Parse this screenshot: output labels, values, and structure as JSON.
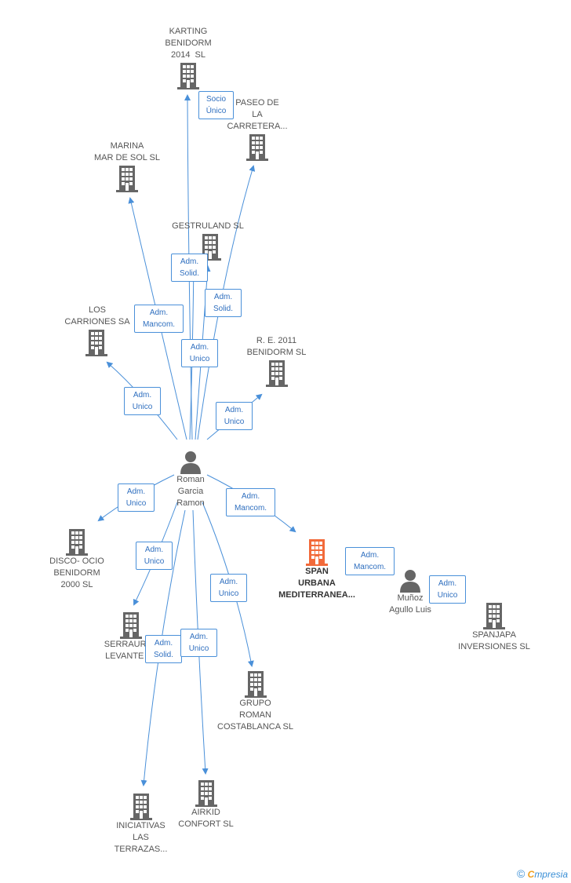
{
  "colors": {
    "edge": "#4a90d9",
    "company": "#666666",
    "company_highlight": "#f26a3a",
    "person": "#666666"
  },
  "nodes": {
    "karting": "KARTING\nBENIDORM\n2014  SL",
    "paseo": "PASEO DE\nLA\nCARRETERA...",
    "marina": "MARINA\nMAR DE SOL SL",
    "gestruland": "GESTRULAND SL",
    "carriones": "LOS\nCARRIONES SA",
    "re2011": "R. E. 2011\nBENIDORM SL",
    "roman": "Roman\nGarcia\nRamon",
    "disco": "DISCO- OCIO\nBENIDORM\n2000 SL",
    "span": "SPAN\nURBANA\nMEDITERRANEA...",
    "munoz": "Muñoz\nAgullo Luis",
    "spanjapa": "SPANJAPA\nINVERSIONES SL",
    "serraurba": "SERRAURBA\nLEVANTE SL",
    "grupo": "GRUPO\nROMAN\nCOSTABLANCA SL",
    "airkid": "AIRKID\nCONFORT SL",
    "iniciativas": "INICIATIVAS\nLAS\nTERRAZAS..."
  },
  "tags": {
    "t_karting": "Socio\nÚnico",
    "t_gestruland": "Adm.\nSolid.",
    "t_paseo": "Adm.\nSolid.",
    "t_marina": "Adm.\nMancom.",
    "t_unico_mid": "Adm.\nUnico",
    "t_carriones": "Adm.\nUnico",
    "t_re2011": "Adm.\nUnico",
    "t_disco": "Adm.\nUnico",
    "t_span": "Adm.\nMancom.",
    "t_munoz": "Adm.\nMancom.",
    "t_spanjapa": "Adm.\nUnico",
    "t_serraurba": "Adm.\nUnico",
    "t_grupo": "Adm.\nUnico",
    "t_iniciativas": "Adm.\nSolid.",
    "t_airkid": "Adm.\nUnico"
  },
  "brand": {
    "copyright": "©",
    "e": "C",
    "rest": "mpresia"
  }
}
